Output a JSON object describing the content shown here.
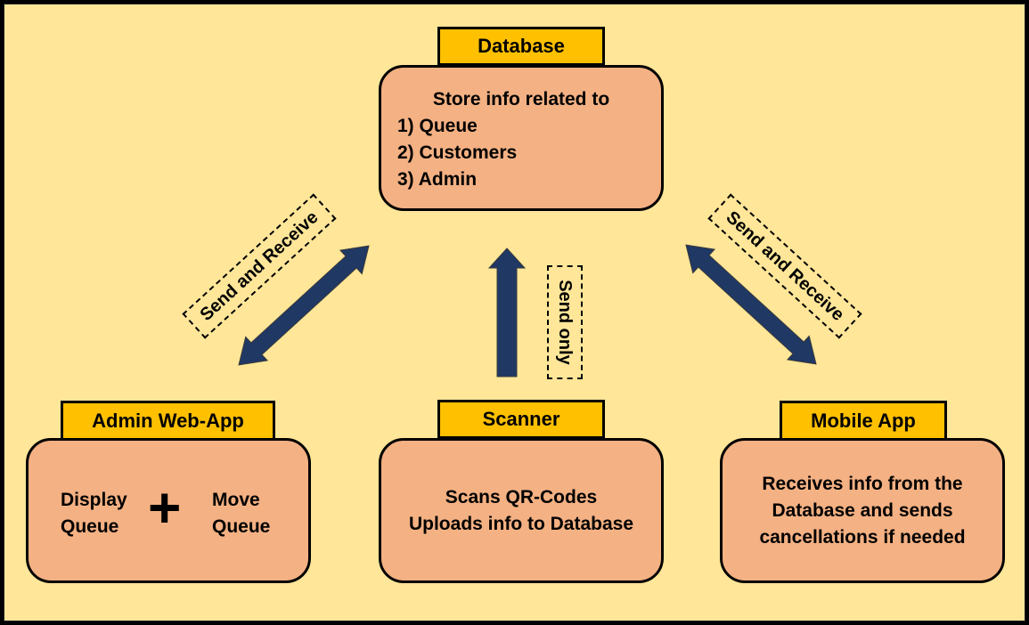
{
  "database": {
    "title": "Database",
    "lines": [
      "Store info related to",
      "1) Queue",
      "2) Customers",
      "3) Admin"
    ]
  },
  "admin": {
    "title": "Admin Web-App",
    "left_text_1": "Display",
    "left_text_2": "Queue",
    "plus": "+",
    "right_text_1": "Move",
    "right_text_2": "Queue"
  },
  "scanner": {
    "title": "Scanner",
    "line1": "Scans QR-Codes",
    "line2": "Uploads info to Database"
  },
  "mobile": {
    "title": "Mobile App",
    "line1": "Receives info from the",
    "line2": "Database and sends",
    "line3": "cancellations if needed"
  },
  "connections": {
    "admin_db": "Send and Receive",
    "scanner_db": "Send only",
    "mobile_db": "Send and Receive"
  },
  "colors": {
    "background": "#ffe699",
    "box_fill": "#f4b183",
    "tab_fill": "#ffc000",
    "arrow_fill": "#1f3864"
  }
}
